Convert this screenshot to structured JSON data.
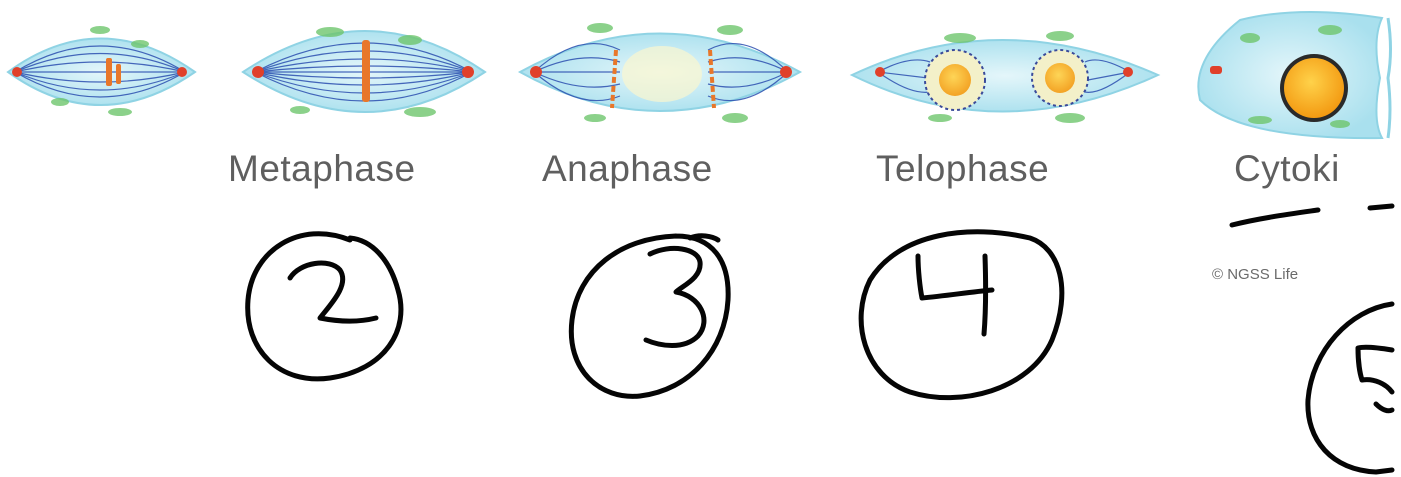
{
  "diagram": {
    "phases": [
      {
        "label": ""
      },
      {
        "label": "Metaphase"
      },
      {
        "label": "Anaphase"
      },
      {
        "label": "Telophase"
      },
      {
        "label": "Cytoki"
      }
    ],
    "credit": "© NGSS Life",
    "handwritten_numbers": [
      "2",
      "3",
      "4",
      "5"
    ],
    "colors": {
      "cell_fill": "#bfe9f3",
      "cell_edge": "#7fcfe2",
      "spindle": "#2c4fb0",
      "centrosome": "#e0402a",
      "chromosome": "#e8772a",
      "organelle": "#6fc66d",
      "nucleus": "#f6a516",
      "ink": "#050505"
    }
  }
}
